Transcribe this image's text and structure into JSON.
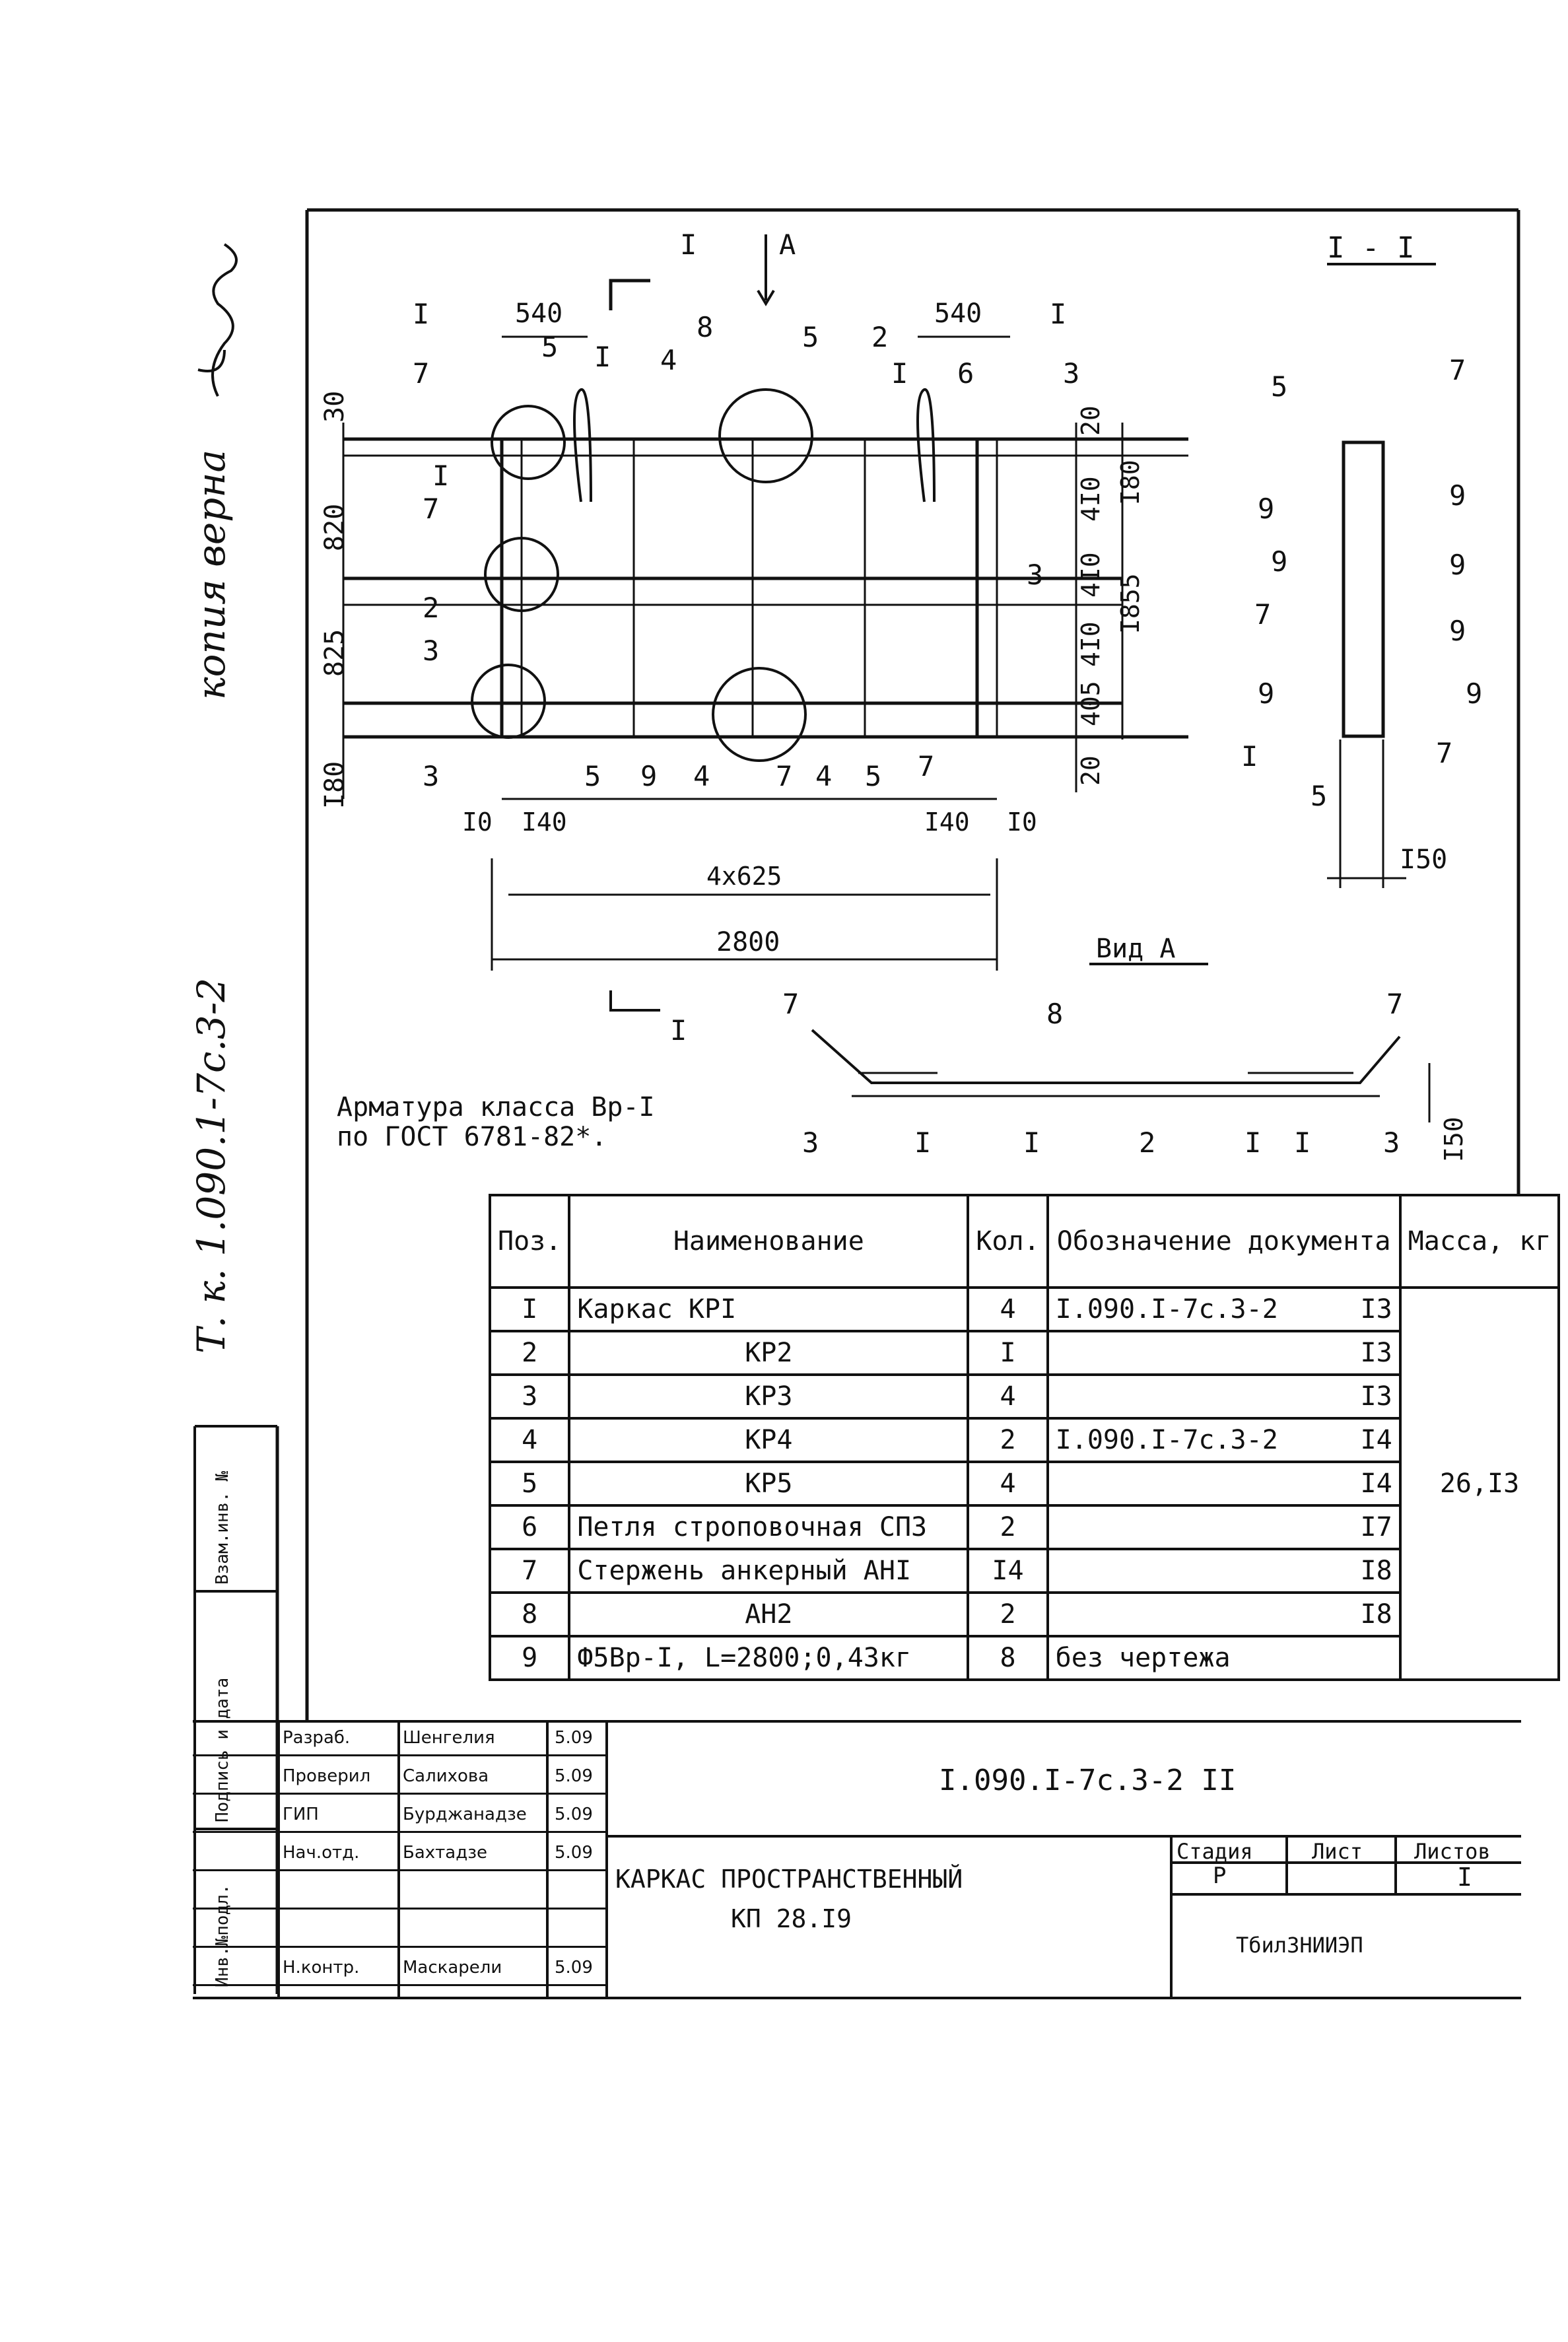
{
  "margin_notes": {
    "copy_note": "копия верна",
    "doc_ref": "Т. к. 1.090.1-7с.3-2"
  },
  "drawing": {
    "plan": {
      "section_marker": "I",
      "view_marker": "A",
      "dim_540_left": "540",
      "dim_540_right": "540",
      "dim_30": "30",
      "dim_820": "820",
      "dim_825": "825",
      "dim_180_bottom": "I80",
      "dim_20_top": "20",
      "dim_410_a": "4I0",
      "dim_410_b": "4I0",
      "dim_410_c": "4I0",
      "dim_405": "405",
      "dim_20_bottom": "20",
      "dim_180_right": "I80",
      "dim_1855": "I855",
      "dim_10_left": "I0",
      "dim_140_left": "I40",
      "dim_140_right": "I40",
      "dim_10_right": "I0",
      "dim_4x625": "4x625",
      "dim_2800": "2800",
      "callouts_top": [
        "I",
        "5",
        "I",
        "4",
        "8",
        "5",
        "2",
        "I",
        "6",
        "3",
        "I"
      ],
      "callouts_left": [
        "7",
        "I",
        "7",
        "2",
        "3",
        "3"
      ],
      "callouts_bottom": [
        "5",
        "9",
        "4",
        "7",
        "4",
        "5",
        "7"
      ],
      "callout_right_3": "3"
    },
    "section": {
      "title": "I - I",
      "callouts_left": [
        "5",
        "9",
        "9",
        "7",
        "9",
        "I",
        "5"
      ],
      "callouts_right": [
        "7",
        "9",
        "9",
        "9",
        "9",
        "7"
      ],
      "dim_150": "I50"
    },
    "view_a": {
      "title": "Вид А",
      "callouts_top": [
        "7",
        "8",
        "7"
      ],
      "callouts_bottom": [
        "3",
        "I",
        "I",
        "2",
        "I",
        "I",
        "3"
      ],
      "dim_150": "I50"
    },
    "section_cut_label": "I",
    "note_line1": "Арматура класса Вр-I",
    "note_line2": "по ГОСТ 6781-82*."
  },
  "spec_table": {
    "headers": [
      "Поз.",
      "Наименование",
      "Кол.",
      "Обозначение документа",
      "Масса, кг"
    ],
    "rows": [
      {
        "pos": "I",
        "name": "Каркас КРI",
        "qty": "4",
        "doc": "I.090.I-7с.3-2",
        "sheet": "I3"
      },
      {
        "pos": "2",
        "name": "КР2",
        "qty": "I",
        "doc": "",
        "sheet": "I3"
      },
      {
        "pos": "3",
        "name": "КР3",
        "qty": "4",
        "doc": "",
        "sheet": "I3"
      },
      {
        "pos": "4",
        "name": "КР4",
        "qty": "2",
        "doc": "I.090.I-7с.3-2",
        "sheet": "I4"
      },
      {
        "pos": "5",
        "name": "КР5",
        "qty": "4",
        "doc": "",
        "sheet": "I4"
      },
      {
        "pos": "6",
        "name": "Петля строповочная СП3",
        "qty": "2",
        "doc": "",
        "sheet": "I7"
      },
      {
        "pos": "7",
        "name": "Стержень анкерный АНI",
        "qty": "I4",
        "doc": "",
        "sheet": "I8"
      },
      {
        "pos": "8",
        "name": "АН2",
        "qty": "2",
        "doc": "",
        "sheet": "I8"
      },
      {
        "pos": "9",
        "name": "Ф5Вр-I, L=2800;0,43кг",
        "qty": "8",
        "doc": "без чертежа",
        "sheet": ""
      }
    ],
    "mass": "26,I3"
  },
  "left_strip": {
    "vzam": "Взам.инв. №",
    "podpis": "Подпись и дата",
    "inv": "Инв.№подл."
  },
  "title_block": {
    "doc_code": "I.090.I-7с.3-2 II",
    "name_line1": "КАРКАС ПРОСТРАНСТВЕННЫЙ",
    "name_line2": "КП 28.I9",
    "stage_label": "Стадия",
    "sheet_label": "Лист",
    "sheets_label": "Листов",
    "stage_value": "Р",
    "sheets_value": "I",
    "org": "ТбилЗНИИЭП",
    "signers": [
      {
        "role": "Разраб.",
        "name": "Шенгелия",
        "date": "5.09"
      },
      {
        "role": "Проверил",
        "name": "Салихова",
        "date": "5.09"
      },
      {
        "role": "ГИП",
        "name": "Бурджанадзе",
        "date": "5.09"
      },
      {
        "role": "Нач.отд.",
        "name": "Бахтадзе",
        "date": "5.09"
      },
      {
        "role": "",
        "name": "",
        "date": ""
      },
      {
        "role": "",
        "name": "",
        "date": ""
      },
      {
        "role": "Н.контр.",
        "name": "Маскарели",
        "date": "5.09"
      }
    ]
  }
}
